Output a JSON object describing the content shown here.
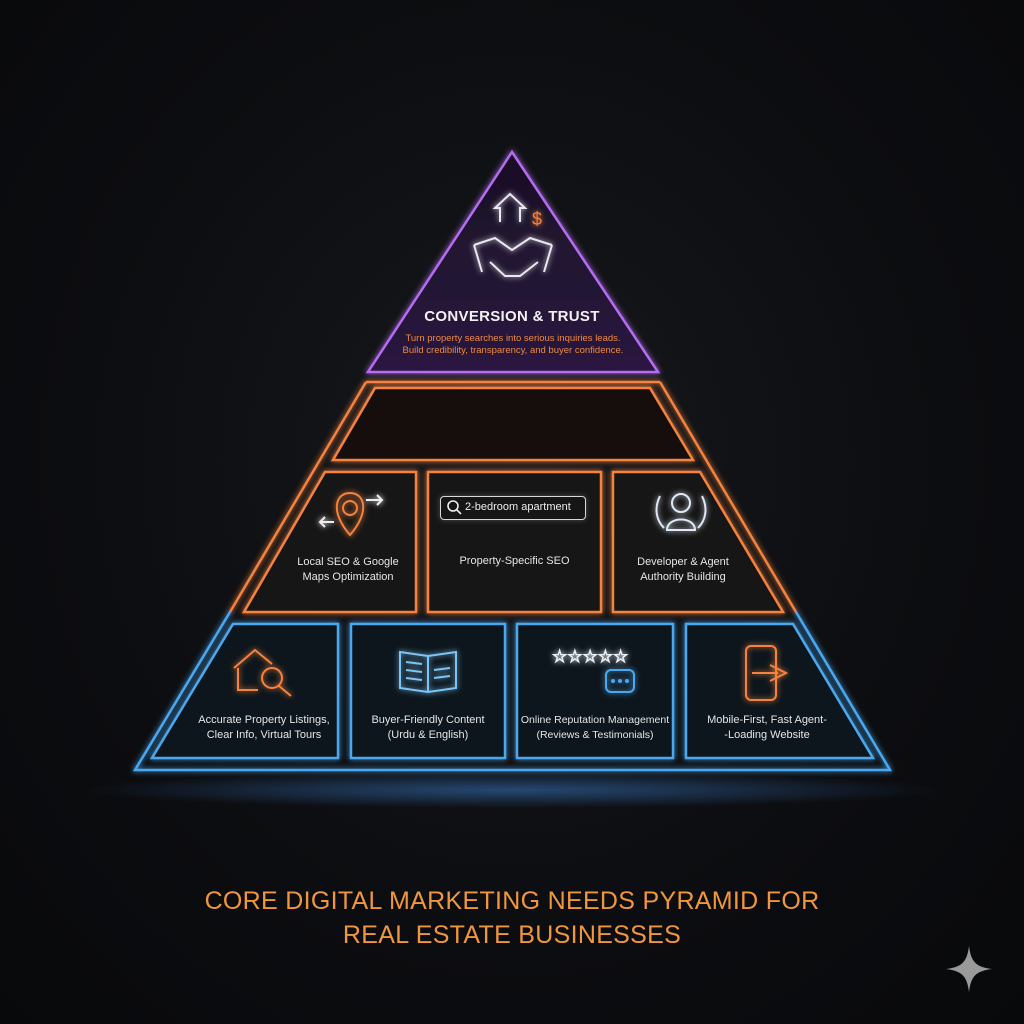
{
  "apex": {
    "title": "CONVERSION & TRUST",
    "subtitle_line1": "Turn property searches into serious inquiries leads.",
    "subtitle_line2": "Build credibility, transparency, and buyer confidence."
  },
  "middle_tier": [
    {
      "label_line1": "Local SEO & Google",
      "label_line2": "Maps Optimization",
      "icon": "map-pin-icon"
    },
    {
      "label_line1": "Property-Specific SEO",
      "label_line2": "",
      "icon": "search-icon",
      "search_text": "2-bedroom apartment"
    },
    {
      "label_line1": "Developer & Agent",
      "label_line2": "Authority Building",
      "icon": "laurel-person-icon"
    }
  ],
  "bottom_tier": [
    {
      "label_line1": "Accurate Property Listings,",
      "label_line2": "Clear Info, Virtual Tours",
      "icon": "house-search-icon"
    },
    {
      "label_line1": "Buyer-Friendly Content",
      "label_line2": "(Urdu & English)",
      "icon": "open-book-icon"
    },
    {
      "label_line1": "Online Reputation Management",
      "label_line2": "(Reviews & Testimonials)",
      "icon": "stars-chat-icon"
    },
    {
      "label_line1": "Mobile-First, Fast Agent-",
      "label_line2": "-Loading Website",
      "icon": "mobile-arrow-icon"
    }
  ],
  "caption": {
    "line1": "CORE DIGITAL MARKETING NEEDS PYRAMID FOR",
    "line2": "REAL ESTATE BUSINESSES"
  },
  "colors": {
    "purple": "#b46cf0",
    "orange": "#f5823c",
    "blue": "#4aa8f0",
    "caption": "#f0963c"
  }
}
